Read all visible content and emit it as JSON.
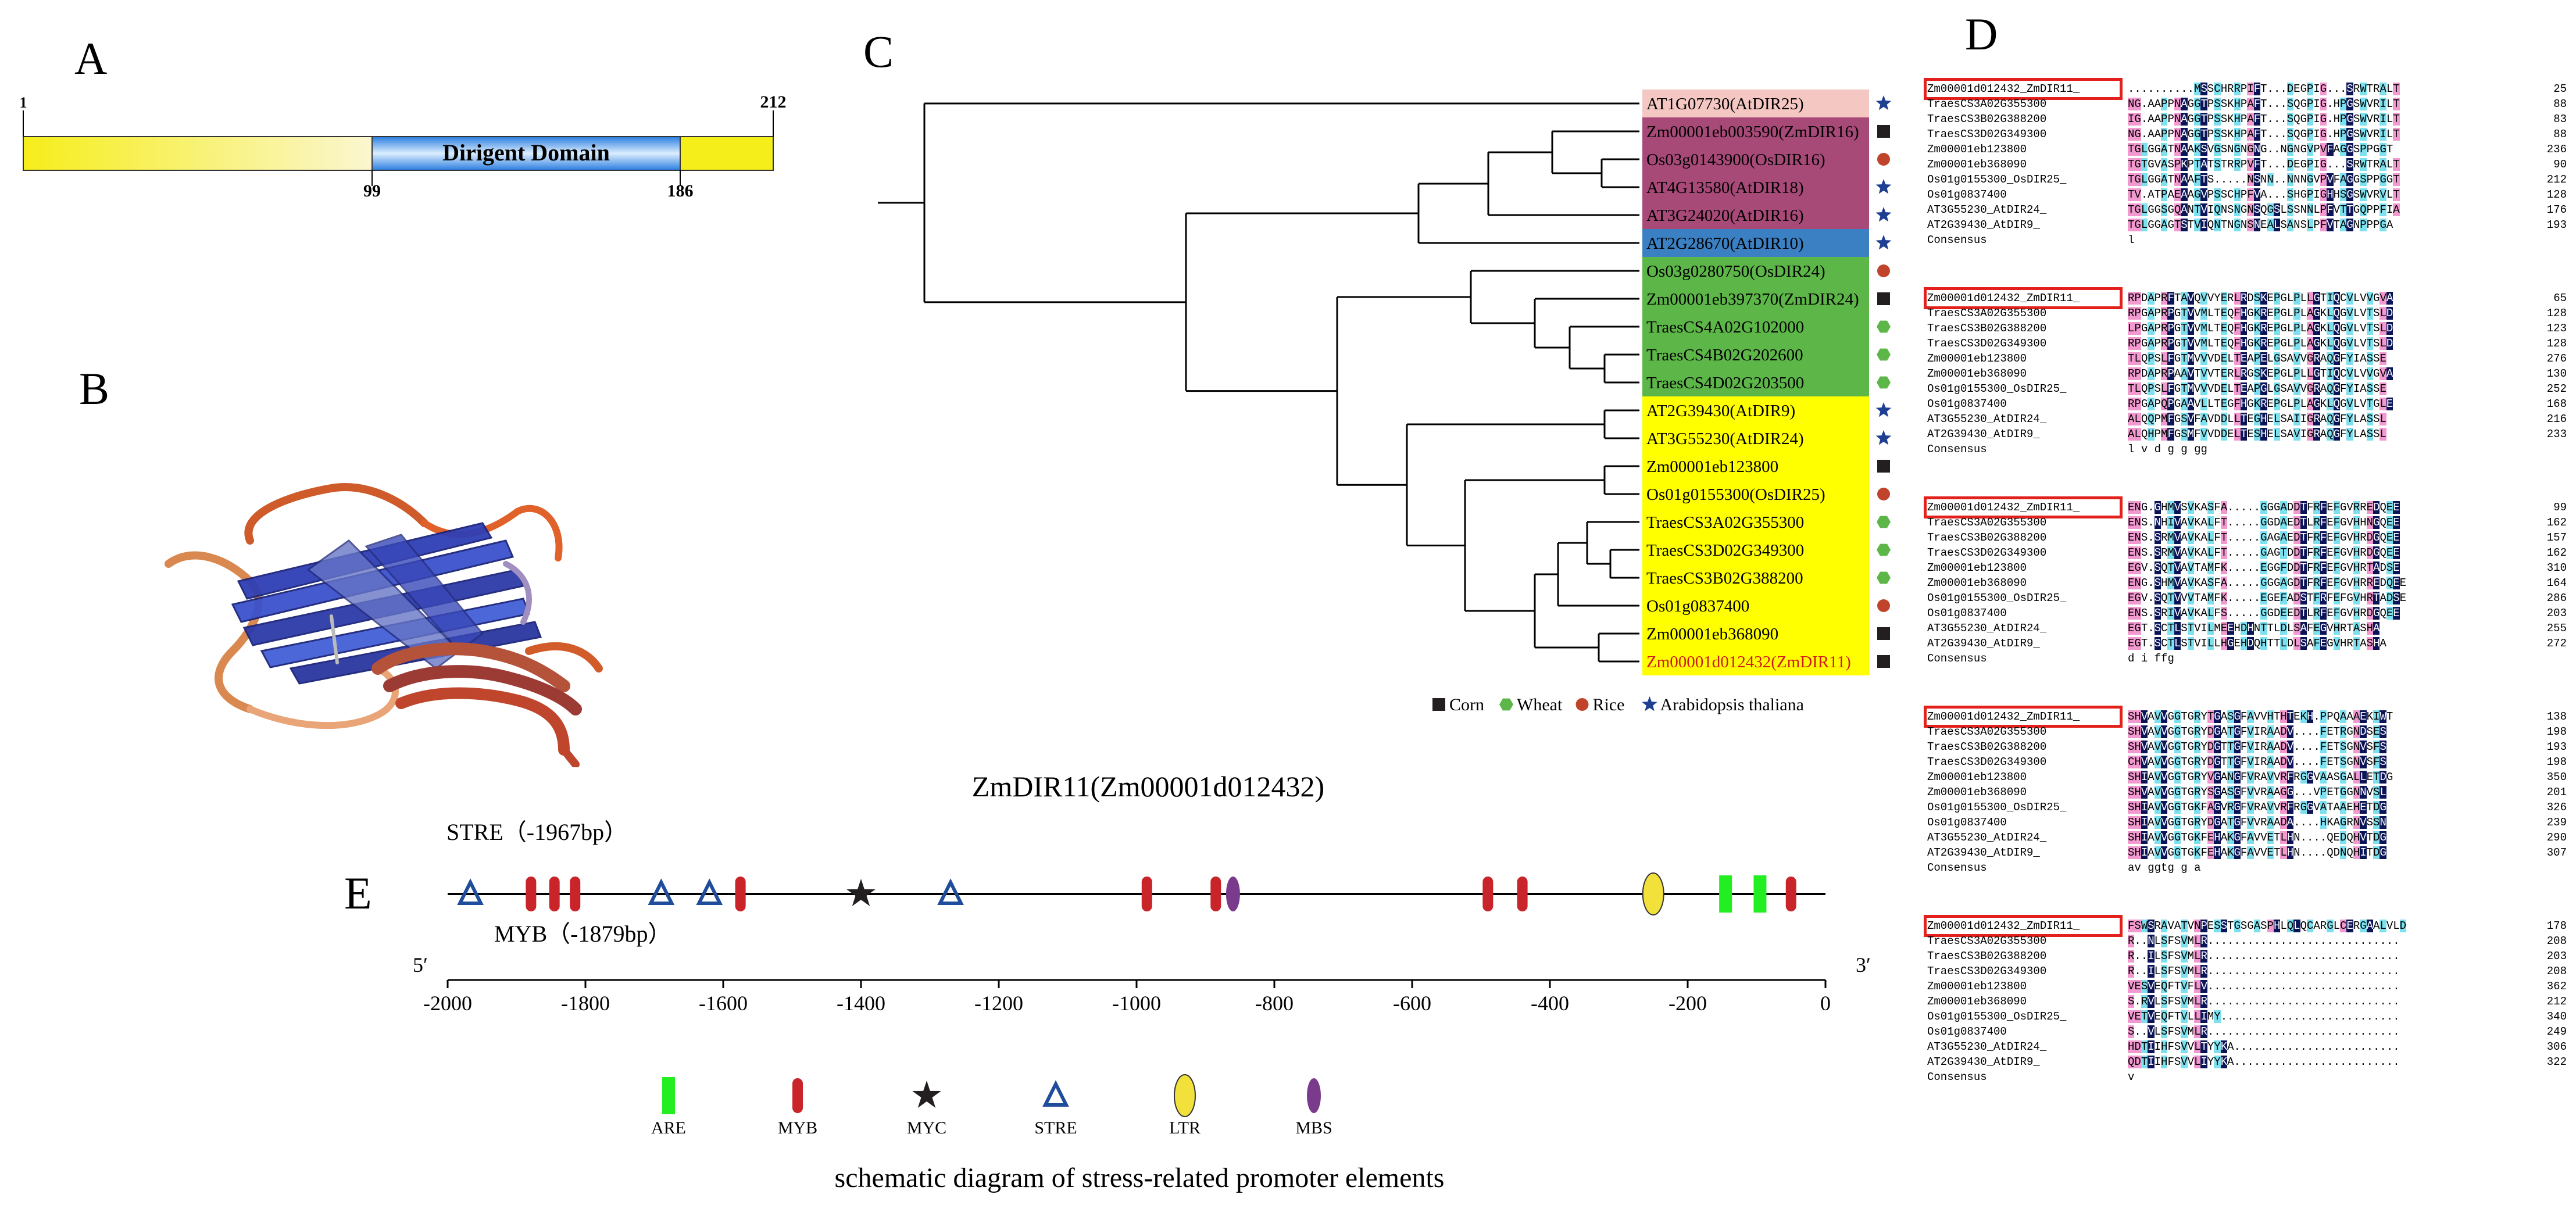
{
  "panels": {
    "a": "A",
    "b": "B",
    "c": "C",
    "d": "D",
    "e": "E"
  },
  "panel_a": {
    "start": "1",
    "end": "212",
    "domain_start": "99",
    "domain_end": "186",
    "domain_label": "Dirigent Domain",
    "colors": {
      "bar": "#f7f21a",
      "domain": "#5aa9ee"
    }
  },
  "panel_b": {
    "description_icon": "protein-3d-structure"
  },
  "panel_c": {
    "leaves": [
      {
        "label": "AT1G07730(AtDIR25)",
        "species": "arabidopsis",
        "color": "#f4c7c3"
      },
      {
        "label": "Zm00001eb003590(ZmDIR16)",
        "species": "corn",
        "color": "#a84a78"
      },
      {
        "label": "Os03g0143900(OsDIR16)",
        "species": "rice",
        "color": "#a84a78"
      },
      {
        "label": "AT4G13580(AtDIR18)",
        "species": "arabidopsis",
        "color": "#a84a78"
      },
      {
        "label": "AT3G24020(AtDIR16)",
        "species": "arabidopsis",
        "color": "#a84a78"
      },
      {
        "label": "AT2G28670(AtDIR10)",
        "species": "arabidopsis",
        "color": "#3a80c3"
      },
      {
        "label": "Os03g0280750(OsDIR24)",
        "species": "rice",
        "color": "#5db648"
      },
      {
        "label": "Zm00001eb397370(ZmDIR24)",
        "species": "corn",
        "color": "#5db648"
      },
      {
        "label": "TraesCS4A02G102000",
        "species": "wheat",
        "color": "#5db648"
      },
      {
        "label": "TraesCS4B02G202600",
        "species": "wheat",
        "color": "#5db648"
      },
      {
        "label": "TraesCS4D02G203500",
        "species": "wheat",
        "color": "#5db648"
      },
      {
        "label": "AT2G39430(AtDIR9)",
        "species": "arabidopsis",
        "color": "#ffff00"
      },
      {
        "label": "AT3G55230(AtDIR24)",
        "species": "arabidopsis",
        "color": "#ffff00"
      },
      {
        "label": "Zm00001eb123800",
        "species": "corn",
        "color": "#ffff00"
      },
      {
        "label": "Os01g0155300(OsDIR25)",
        "species": "rice",
        "color": "#ffff00"
      },
      {
        "label": "TraesCS3A02G355300",
        "species": "wheat",
        "color": "#ffff00"
      },
      {
        "label": "TraesCS3D02G349300",
        "species": "wheat",
        "color": "#ffff00"
      },
      {
        "label": "TraesCS3B02G388200",
        "species": "wheat",
        "color": "#ffff00"
      },
      {
        "label": "Os01g0837400",
        "species": "rice",
        "color": "#ffff00"
      },
      {
        "label": "Zm00001eb368090",
        "species": "corn",
        "color": "#ffff00"
      },
      {
        "label": "Zm00001d012432(ZmDIR11)",
        "species": "corn",
        "color": "#ffff00",
        "highlight": true
      }
    ],
    "legend": [
      {
        "key": "corn",
        "label": "Corn",
        "color": "#231f20"
      },
      {
        "key": "wheat",
        "label": "Wheat",
        "color": "#5db648"
      },
      {
        "key": "rice",
        "label": "Rice",
        "color": "#c0432b"
      },
      {
        "key": "arabidopsis",
        "label": "Arabidopsis thaliana",
        "color": "#1f3f93"
      }
    ]
  },
  "panel_d": {
    "blocks": [
      {
        "rows": [
          {
            "name": "Zm00001d012432_ZmDIR11_",
            "seq": "..........MSSCHRRPIFT...DEGPIG...SRWTRALT",
            "num": "25",
            "boxed": true
          },
          {
            "name": "TraesCS3A02G355300",
            "seq": "NG.AAPPNAGGTPSSKHPAFT...SQGPIG.HPGSWVRILT",
            "num": "88"
          },
          {
            "name": "TraesCS3B02G388200",
            "seq": "IG.AAPPNAGGTPSSKHPAFT...SQGPIG.HPGSWVRILT",
            "num": "83"
          },
          {
            "name": "TraesCS3D02G349300",
            "seq": "NG.AAPPNAGGTPSSKHPAFT...SQGPIG.HPGSWVRILT",
            "num": "88"
          },
          {
            "name": "Zm00001eb123800",
            "seq": "TGLGGATNAAKSVGSNGNGNG..NGNGVPVFAGGSPPGGT",
            "num": "236"
          },
          {
            "name": "Zm00001eb368090",
            "seq": "TGTGVASPKPTATSTRRPVFT...DEGPIG...SRWTRALT",
            "num": "90"
          },
          {
            "name": "Os01g0155300_OsDIR25_",
            "seq": "TGLGGATNAAFTS.....NSNN..NNNGVPVFAGGSPPGGT",
            "num": "212"
          },
          {
            "name": "Os01g0837400",
            "seq": "TV.ATPAEAAGVPSSCHPFVA...SHGPIGHHSGSWVRVLT",
            "num": "128"
          },
          {
            "name": "AT3G55230_AtDIR24_",
            "seq": "TGLGGSGQANTVIQNSNGNSQGSLSSNNLPFVTTGQPPFIA",
            "num": "176"
          },
          {
            "name": "AT2G39430_AtDIR9_",
            "seq": "TGLGGAGTSTVIQNTNGNSNEALSANSLPFVTAGNPPPGA",
            "num": "193"
          },
          {
            "name": "Consensus",
            "seq": "                                       l",
            "num": ""
          }
        ]
      },
      {
        "rows": [
          {
            "name": "Zm00001d012432_ZmDIR11_",
            "seq": "RPDAPRFTAVQVVYERLRDSKEPGLPLLGTIQCVLVVGVA",
            "num": "65",
            "boxed": true
          },
          {
            "name": "TraesCS3A02G355300",
            "seq": "RPGAPRPGTVVMLTEQFHGKREPGLPLAGKLQGVLVTSLD",
            "num": "128"
          },
          {
            "name": "TraesCS3B02G388200",
            "seq": "LPGAPRPGTVVMLTEQFHGKREPGLPLAGKLQGVLVTSLD",
            "num": "123"
          },
          {
            "name": "TraesCS3D02G349300",
            "seq": "RPGAPRPGTVVMLTEQFHGKREPGLPLAGKLQGVLVTSLD",
            "num": "128"
          },
          {
            "name": "Zm00001eb123800",
            "seq": "TLQPSLFGTMVVVDELTEAPELGSAVVGRAQGFYIASSE",
            "num": "276"
          },
          {
            "name": "Zm00001eb368090",
            "seq": "RPDAPRPAAVTVVTERLRGSKEPGLPLLGTIQCVLVVGVA",
            "num": "130"
          },
          {
            "name": "Os01g0155300_OsDIR25_",
            "seq": "TLQPSLFGTMVVVDELTEAPGLGSAVVGRAQGFYIASSE",
            "num": "252"
          },
          {
            "name": "Os01g0837400",
            "seq": "RPGAPQPGAAVLLTEGFHGKREPGLPLAGKLQGVLVTGLE",
            "num": "168"
          },
          {
            "name": "AT3G55230_AtDIR24_",
            "seq": "ALQQPMFGSVFAVDDLLTEGHELSAIIGRAQGFYLASSL",
            "num": "216"
          },
          {
            "name": "AT2G39430_AtDIR9_",
            "seq": "ALQHPMFGSMFVVDDELTESHELSAVIGRAQGFYLASSL",
            "num": "233"
          },
          {
            "name": "Consensus",
            "seq": "         l       v d         g   g  gg",
            "num": ""
          }
        ]
      },
      {
        "rows": [
          {
            "name": "Zm00001d012432_ZmDIR11_",
            "seq": "ENG.GHMVSVKASFA.....GGGADDTFRFEFGVRREDQEE",
            "num": "99",
            "boxed": true
          },
          {
            "name": "TraesCS3A02G355300",
            "seq": "ENS.NHIVAVKALFT.....GGDAEDTLRFEFGVHHNGQEE",
            "num": "162"
          },
          {
            "name": "TraesCS3B02G388200",
            "seq": "ENS.SRMVAVKALFT.....GAGAEDTFRFEFGVHRDGQEE",
            "num": "157"
          },
          {
            "name": "TraesCS3D02G349300",
            "seq": "ENS.SRMVAVKALFT.....GAGTDDTFRFEFGVHRDGQEE",
            "num": "162"
          },
          {
            "name": "Zm00001eb123800",
            "seq": "EGV.SQTVAVTAMFK.....EGGFDDTFRFEFGVHRTADSE",
            "num": "310"
          },
          {
            "name": "Zm00001eb368090",
            "seq": "ENG.SHMVAVKASFA.....GGGAGDTFRFEFGVHRREDQEE",
            "num": "164"
          },
          {
            "name": "Os01g0155300_OsDIR25_",
            "seq": "EGV.SQTVVVTAMFK.....EGEFADSTFRFEFGVHRTADSE",
            "num": "286"
          },
          {
            "name": "Os01g0837400",
            "seq": "ENS.SRIVAVKALFS.....GGDEEDTLRFEFGVHRDGQEE",
            "num": "203"
          },
          {
            "name": "AT3G55230_AtDIR24_",
            "seq": "EGT.SCTLSTVILMEEHDHNTTLDLSAFEGVHRTASHA",
            "num": "255"
          },
          {
            "name": "AT2G39430_AtDIR9_",
            "seq": "EGT.SCTLSTVILLHGEHDQHTTLDLSAFEGVHRTASHA",
            "num": "272"
          },
          {
            "name": "Consensus",
            "seq": "                           d i ffg",
            "num": ""
          }
        ]
      },
      {
        "rows": [
          {
            "name": "Zm00001d012432_ZmDIR11_",
            "seq": "SHVAVVGGTGRYTGASGFAVVHTHTEKH.PPQAAAEKIWT",
            "num": "138",
            "boxed": true
          },
          {
            "name": "TraesCS3A02G355300",
            "seq": "SHVAVVGGTGRYDGATGFVIRAADV....FETRGNDSES",
            "num": "198"
          },
          {
            "name": "TraesCS3B02G388200",
            "seq": "SHVAVVGGTGRYDGTTGFVIRAADV....FETSGNVSFS",
            "num": "193"
          },
          {
            "name": "TraesCS3D02G349300",
            "seq": "CHVAVVGGTGRYDGTTGFVIRAADV....FETSGNVSFS",
            "num": "198"
          },
          {
            "name": "Zm00001eb123800",
            "seq": "SHIAVVGGTGRYVGANGFVRAVVRFRGGVAASGALLETDG",
            "num": "350"
          },
          {
            "name": "Zm00001eb368090",
            "seq": "SHVAVVGGTGRYSGASGFVVRAAGG...VPETGGNNVSL",
            "num": "201"
          },
          {
            "name": "Os01g0155300_OsDIR25_",
            "seq": "SHIAVVGGTGKFAGVRGFVRAVVRFRGGVATAAEHETDG",
            "num": "326"
          },
          {
            "name": "Os01g0837400",
            "seq": "SHIAVVGGTGRYDGATGFVVRAADA....HKAGRNVSSN",
            "num": "239"
          },
          {
            "name": "AT3G55230_AtDIR24_",
            "seq": "SHIAVVGGTGKFEHAKGFAVVETLHN....QEDQHVTDG",
            "num": "290"
          },
          {
            "name": "AT2G39430_AtDIR9_",
            "seq": "SHIAVVGGTGKFEHAKGFAVVETLHN....QDNQHITDG",
            "num": "307"
          },
          {
            "name": "Consensus",
            "seq": "   av ggtg    g a",
            "num": ""
          }
        ]
      },
      {
        "rows": [
          {
            "name": "Zm00001d012432_ZmDIR11_",
            "seq": "FSWSRAVATVNPESSTGSGASPHLQLQCARGLCERGAALVLD",
            "num": "178",
            "boxed": true
          },
          {
            "name": "TraesCS3A02G355300",
            "seq": "R..NLSFSVMLR.............................",
            "num": "208"
          },
          {
            "name": "TraesCS3B02G388200",
            "seq": "R..ILSFSVMLR.............................",
            "num": "203"
          },
          {
            "name": "TraesCS3D02G349300",
            "seq": "R..ILSFSVMLR.............................",
            "num": "208"
          },
          {
            "name": "Zm00001eb123800",
            "seq": "VESVEQFTVFLV.............................",
            "num": "362"
          },
          {
            "name": "Zm00001eb368090",
            "seq": "S.RVLSFSVMLR.............................",
            "num": "212"
          },
          {
            "name": "Os01g0155300_OsDIR25_",
            "seq": "VETVEQFTVLLIMY...........................",
            "num": "340"
          },
          {
            "name": "Os01g0837400",
            "seq": "S..VLSFSVMLR.............................",
            "num": "249"
          },
          {
            "name": "AT3G55230_AtDIR24_",
            "seq": "HDTIIHFSVVLTYYKA.........................",
            "num": "306"
          },
          {
            "name": "AT2G39430_AtDIR9_",
            "seq": "QDTIIHFSVVLIYYKA.........................",
            "num": "322"
          },
          {
            "name": "Consensus",
            "seq": "         v",
            "num": ""
          }
        ]
      }
    ]
  },
  "panel_e": {
    "title": "ZmDIR11(Zm00001d012432)",
    "stre_note": "STRE（-1967bp）",
    "myb_note": "MYB（-1879bp）",
    "five_prime": "5′",
    "three_prime": "3′",
    "ticks": [
      "-2000",
      "-1800",
      "-1600",
      "-1400",
      "-1200",
      "-1000",
      "-800",
      "-600",
      "-400",
      "-200",
      "0"
    ],
    "elements": [
      {
        "type": "STRE",
        "pos": -1967
      },
      {
        "type": "MYB",
        "pos": -1879
      },
      {
        "type": "MYB",
        "pos": -1845
      },
      {
        "type": "MYB",
        "pos": -1815
      },
      {
        "type": "STRE",
        "pos": -1690
      },
      {
        "type": "STRE",
        "pos": -1620
      },
      {
        "type": "MYB",
        "pos": -1575
      },
      {
        "type": "MYC",
        "pos": -1400
      },
      {
        "type": "STRE",
        "pos": -1270
      },
      {
        "type": "MYB",
        "pos": -985
      },
      {
        "type": "MYB",
        "pos": -885
      },
      {
        "type": "MBS",
        "pos": -860
      },
      {
        "type": "MYB",
        "pos": -490
      },
      {
        "type": "MYB",
        "pos": -440
      },
      {
        "type": "LTR",
        "pos": -250
      },
      {
        "type": "ARE",
        "pos": -145
      },
      {
        "type": "ARE",
        "pos": -95
      },
      {
        "type": "MYB",
        "pos": -50
      }
    ],
    "legend": [
      {
        "type": "ARE",
        "label": "ARE"
      },
      {
        "type": "MYB",
        "label": "MYB"
      },
      {
        "type": "MYC",
        "label": "MYC"
      },
      {
        "type": "STRE",
        "label": "STRE"
      },
      {
        "type": "LTR",
        "label": "LTR"
      },
      {
        "type": "MBS",
        "label": "MBS"
      }
    ],
    "caption": "schematic diagram of stress-related promoter elements",
    "colors": {
      "ARE": "#22ee22",
      "MYB": "#c8242a",
      "MYC": "#231f20",
      "STRE": "#1f4c9b",
      "LTR": "#f2e13a",
      "MBS": "#7b3b8c"
    }
  }
}
